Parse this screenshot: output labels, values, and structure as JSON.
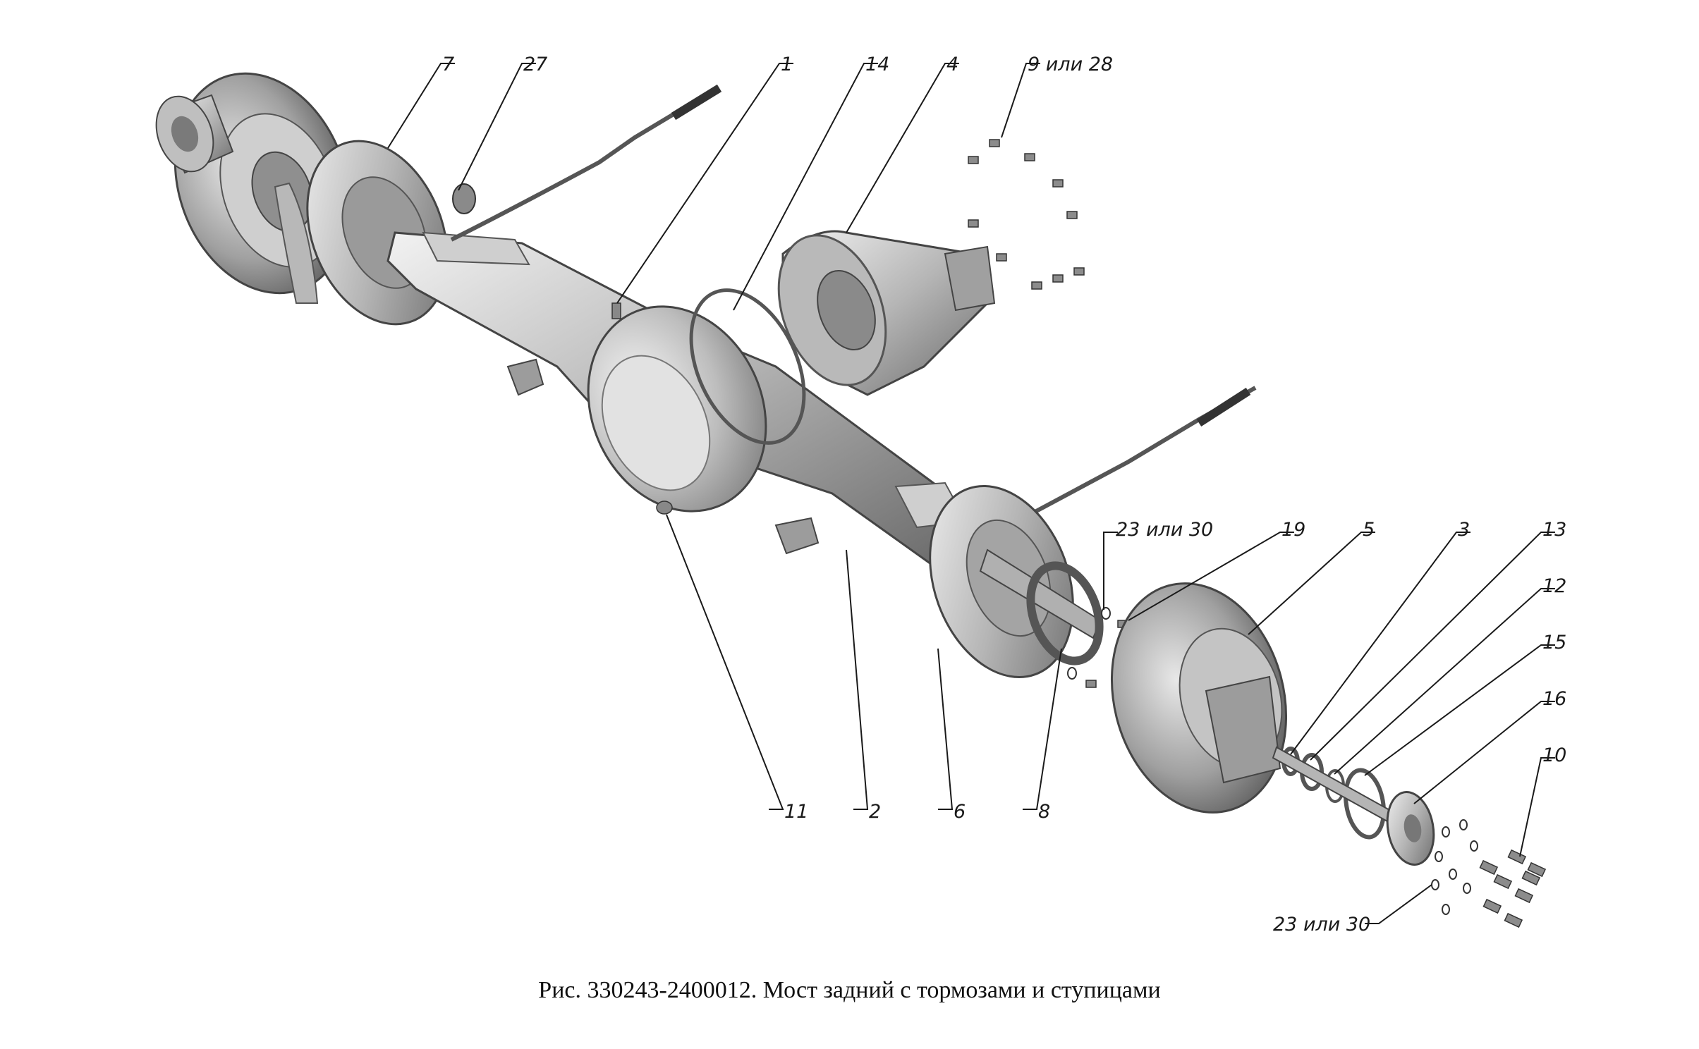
{
  "caption": "Рис. 330243-2400012. Мост задний с тормозами и ступицами",
  "callouts": {
    "c1": "1",
    "c14": "14",
    "c4": "4",
    "c7": "7",
    "c27": "27",
    "c9_28": "9 или 28",
    "c23_30_top": "23 или 30",
    "c19": "19",
    "c5": "5",
    "c3": "3",
    "c13": "13",
    "c12": "12",
    "c15": "15",
    "c16": "16",
    "c10": "10",
    "c11": "11",
    "c2": "2",
    "c6": "6",
    "c8": "8",
    "c23_30_bottom": "23 или 30"
  },
  "colors": {
    "metal_light": "#d9d9d9",
    "metal_mid": "#a8a8a8",
    "metal_dark": "#5c5c5c",
    "line": "#1a1a1a"
  }
}
